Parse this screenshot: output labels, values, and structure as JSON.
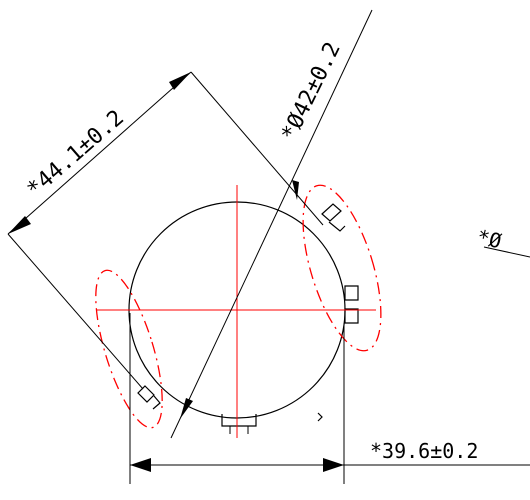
{
  "dimensions": {
    "dim_441": "*44.1±0.2",
    "dim_42": "*Ø42±0.2",
    "dim_396": "*39.6±0.2",
    "dim_cut": "*Ø"
  },
  "colors": {
    "line": "#000000",
    "centerline": "#ff0000",
    "highlight": "#ff0000",
    "background": "#ffffff"
  }
}
